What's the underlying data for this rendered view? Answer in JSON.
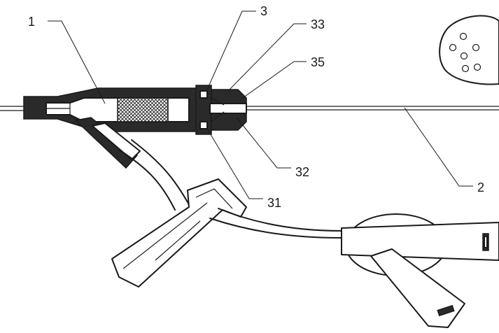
{
  "diagram": {
    "labels": {
      "ref_1": "1",
      "ref_3": "3",
      "ref_33": "33",
      "ref_35": "35",
      "ref_32": "32",
      "ref_31": "31",
      "ref_2": "2"
    }
  }
}
